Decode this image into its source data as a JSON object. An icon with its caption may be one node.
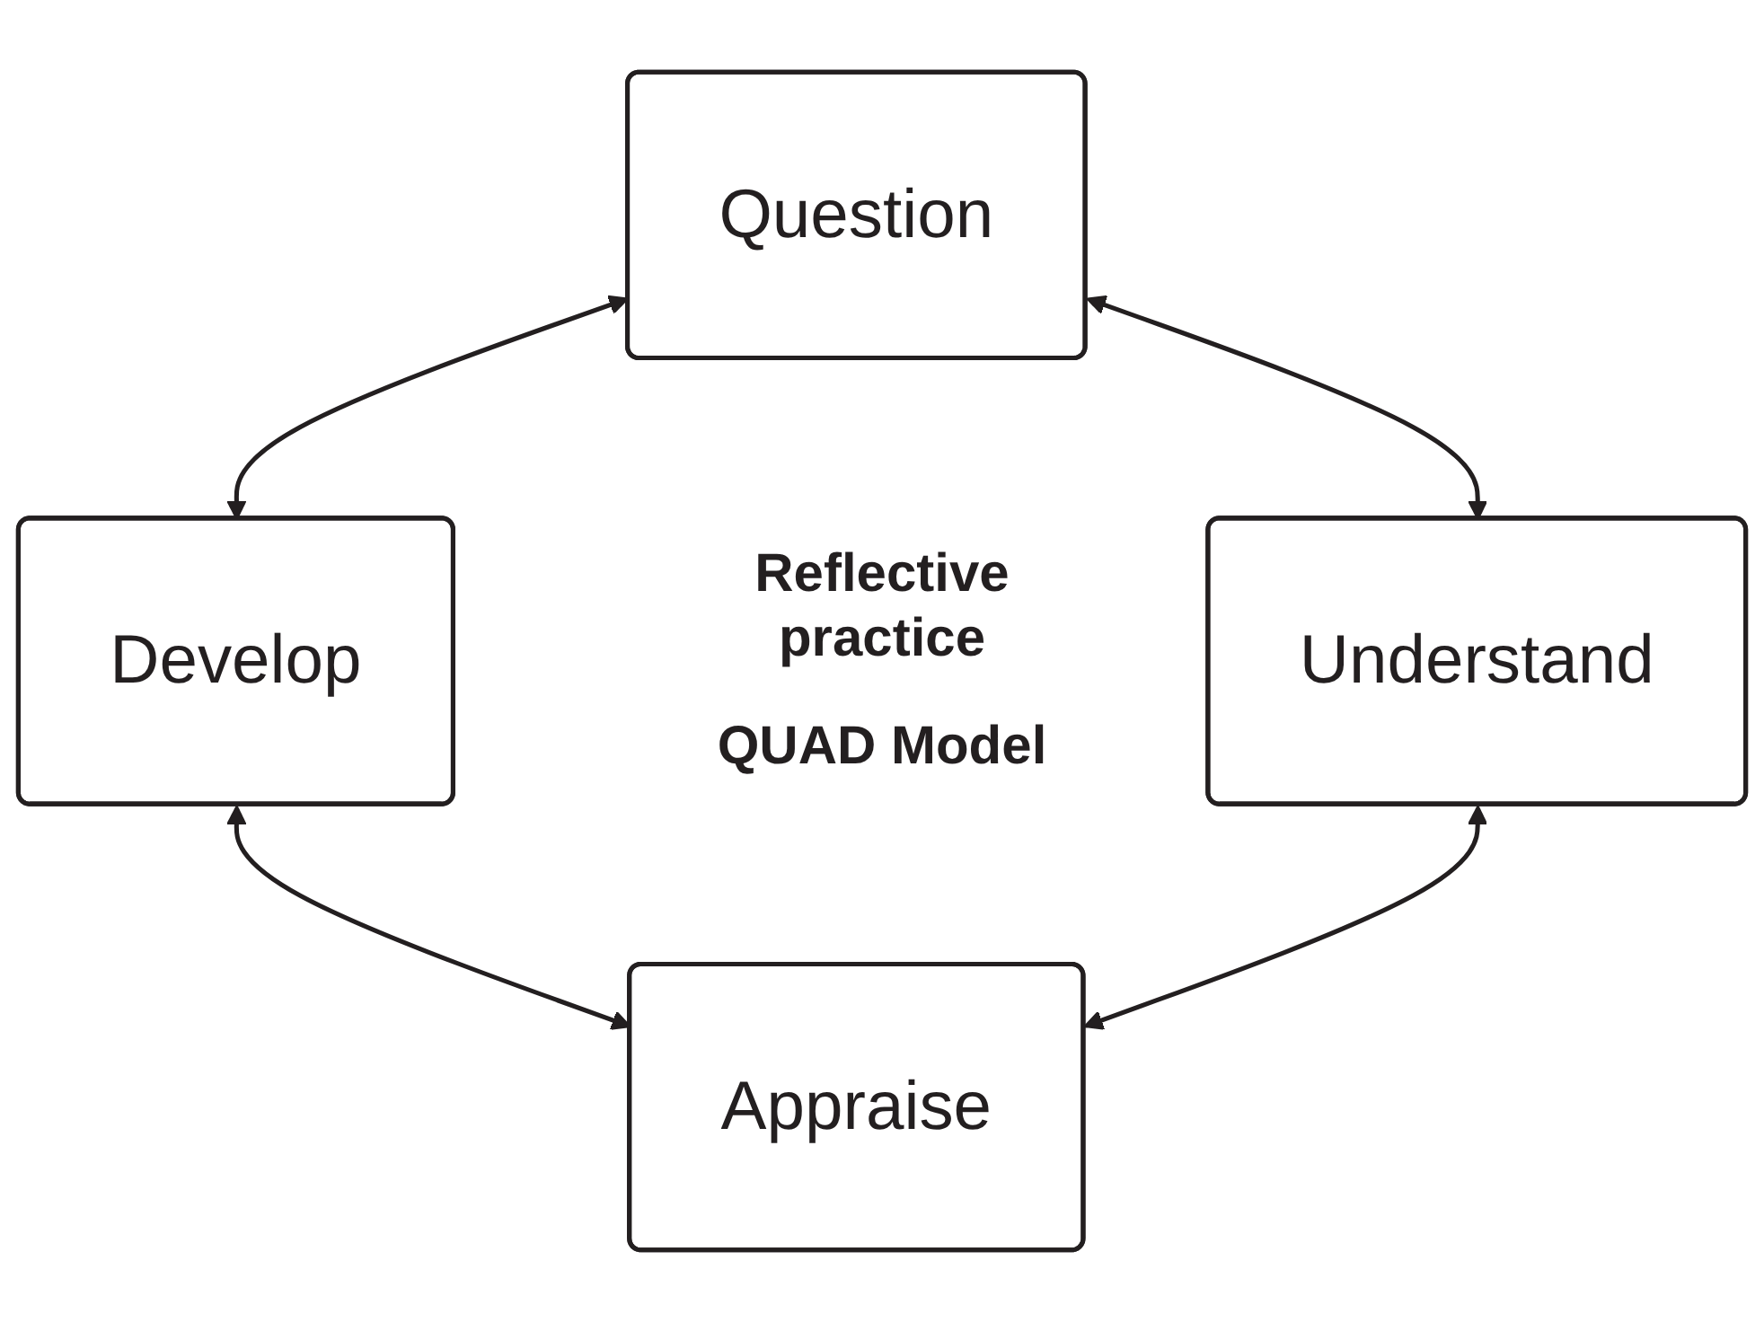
{
  "diagram": {
    "nodes": [
      {
        "text": [
          "Question"
        ]
      },
      {
        "text": [
          "Develop"
        ]
      },
      {
        "text": [
          "Understand"
        ]
      },
      {
        "text": [
          "Appraise"
        ]
      }
    ],
    "edges": [
      {
        "from": 0,
        "to": 1,
        "arrow": "both"
      },
      {
        "from": 0,
        "to": 2,
        "arrow": "both"
      },
      {
        "from": 1,
        "to": 3,
        "arrow": "both"
      },
      {
        "from": 2,
        "to": 3,
        "arrow": "both"
      }
    ],
    "labels": [
      "Reflective practice",
      "QUAD Model"
    ]
  }
}
